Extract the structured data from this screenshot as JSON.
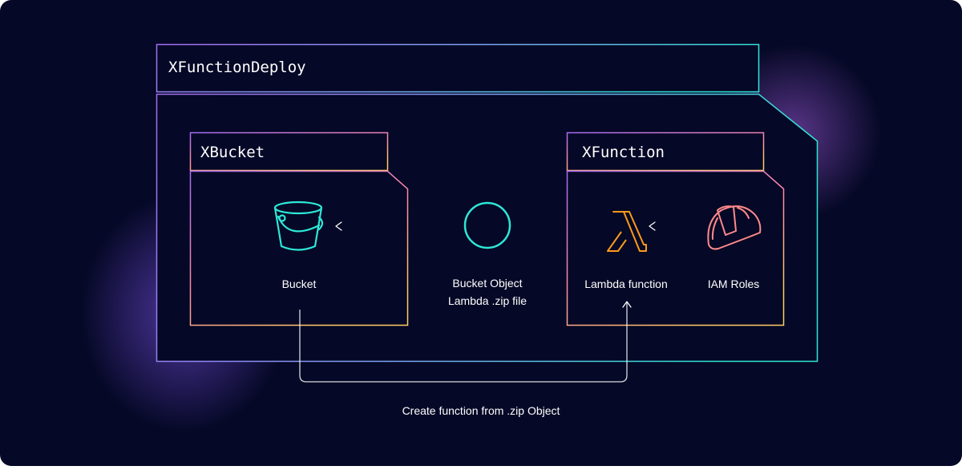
{
  "colors": {
    "background": "#050826",
    "text": "#ffffff",
    "stroke_muted": "#c9c9d6",
    "teal": "#2ee6d6",
    "purple": "#a56cf2",
    "pink": "#ff8aa5",
    "yellow": "#ffcc66",
    "bucket_icon": "#2de8d8",
    "lambda_icon": "#ff9a1a",
    "iam_icon": "#ff8a8a"
  },
  "diagram": {
    "outer_construct": {
      "title": "XFunctionDeploy"
    },
    "bucket_construct": {
      "title": "XBucket",
      "resource_label": "Bucket",
      "icon": "bucket-icon"
    },
    "function_construct": {
      "title": "XFunction",
      "lambda_label": "Lambda function",
      "lambda_icon": "lambda-icon",
      "iam_label": "IAM Roles",
      "iam_icon": "hard-hat-icon"
    },
    "bucket_object": {
      "label_line1": "Bucket Object",
      "label_line2": "Lambda .zip file",
      "icon": "circle-icon"
    },
    "connector_label": "Create function from .zip Object"
  }
}
